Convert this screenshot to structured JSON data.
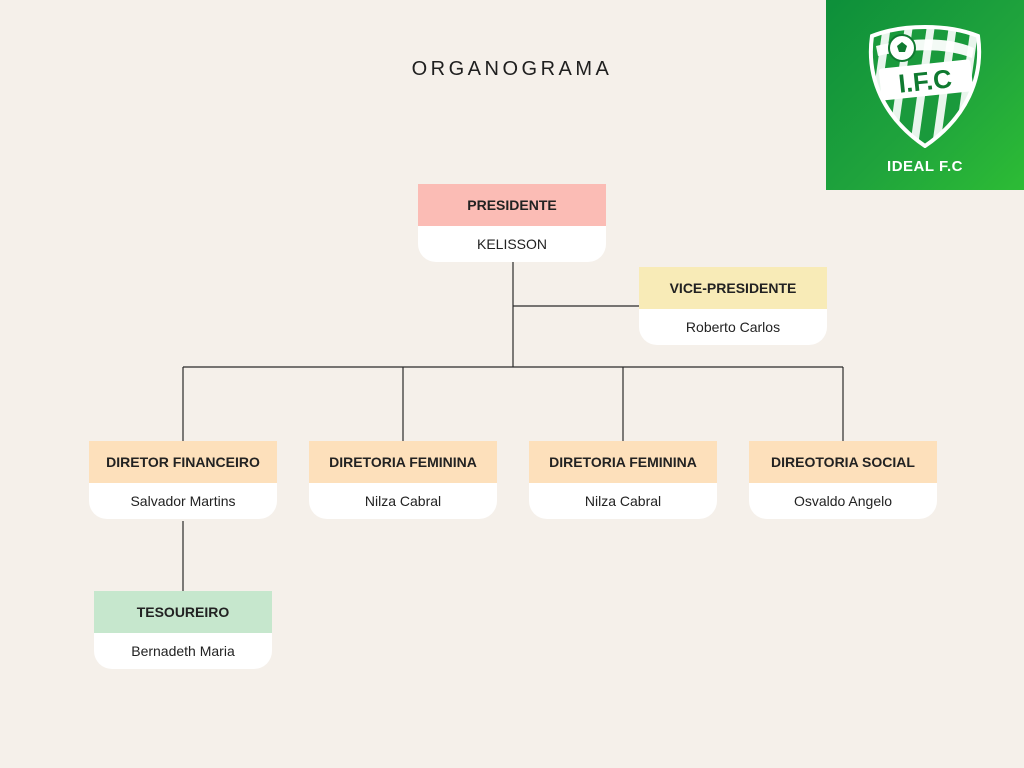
{
  "title": "ORGANOGRAMA",
  "logo": {
    "caption": "IDEAL F.C",
    "badge_text": "I.F.C",
    "colors": {
      "background": "#1fa33c",
      "shield": "#ffffff"
    }
  },
  "nodes": {
    "presidente": {
      "role": "PRESIDENTE",
      "name": "KELISSON",
      "color": "#fbbcb5"
    },
    "vice_presidente": {
      "role": "VICE-PRESIDENTE",
      "name": "Roberto Carlos",
      "color": "#f8ebb7"
    },
    "diretor_financeiro": {
      "role": "DIRETOR FINANCEIRO",
      "name": "Salvador Martins",
      "color": "#fde0bb"
    },
    "diretoria_feminina_1": {
      "role": "DIRETORIA FEMININA",
      "name": "Nilza Cabral",
      "color": "#fde0bb"
    },
    "diretoria_feminina_2": {
      "role": "DIRETORIA FEMININA",
      "name": "Nilza Cabral",
      "color": "#fde0bb"
    },
    "direotoria_social": {
      "role": "DIREOTORIA SOCIAL",
      "name": "Osvaldo Angelo",
      "color": "#fde0bb"
    },
    "tesoureiro": {
      "role": "TESOUREIRO",
      "name": "Bernadeth Maria",
      "color": "#c6e7cd"
    }
  }
}
